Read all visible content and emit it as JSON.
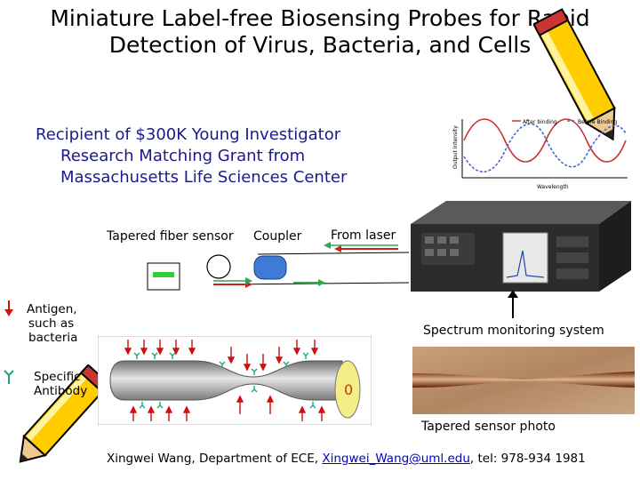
{
  "title": {
    "line1": "Miniature Label-free Biosensing Probes for Rapid",
    "line2": "Detection of Virus, Bacteria, and Cells"
  },
  "grant": {
    "line1": "Recipient of $300K Young Investigator",
    "line2": "Research Matching Grant from",
    "line3": "Massachusetts Life Sciences Center"
  },
  "diagram": {
    "tapered_fiber_sensor": "Tapered fiber sensor",
    "coupler": "Coupler",
    "from_laser": "From laser",
    "spectrum_monitoring_system": "Spectrum monitoring system",
    "tapered_sensor_photo": "Tapered sensor photo",
    "end_label": "0"
  },
  "legend": {
    "antigen_line1": "Antigen,",
    "antigen_line2": "such as",
    "antigen_line3": "bacteria",
    "antibody_line1": "Specific",
    "antibody_line2": "Antibody"
  },
  "graph": {
    "legend_after": "After binding",
    "legend_before": "Before Binding",
    "xlabel": "Wavelength",
    "ylabel": "Output intensity"
  },
  "footer": {
    "prefix": "Xingwei Wang, Department of ECE, ",
    "email": "Xingwei_Wang@uml.edu",
    "suffix": ", tel: 978-934 1981"
  },
  "colors": {
    "grant_text": "#1a1a8c",
    "antigen_arrow": "#cc1111",
    "antibody": "#1aa870",
    "fiber_gray": "#a8a8a8",
    "end_cap": "#f3ee88",
    "pencil_yellow": "#ffcc00",
    "graph_red": "#cc3333",
    "graph_blue": "#4466cc"
  }
}
